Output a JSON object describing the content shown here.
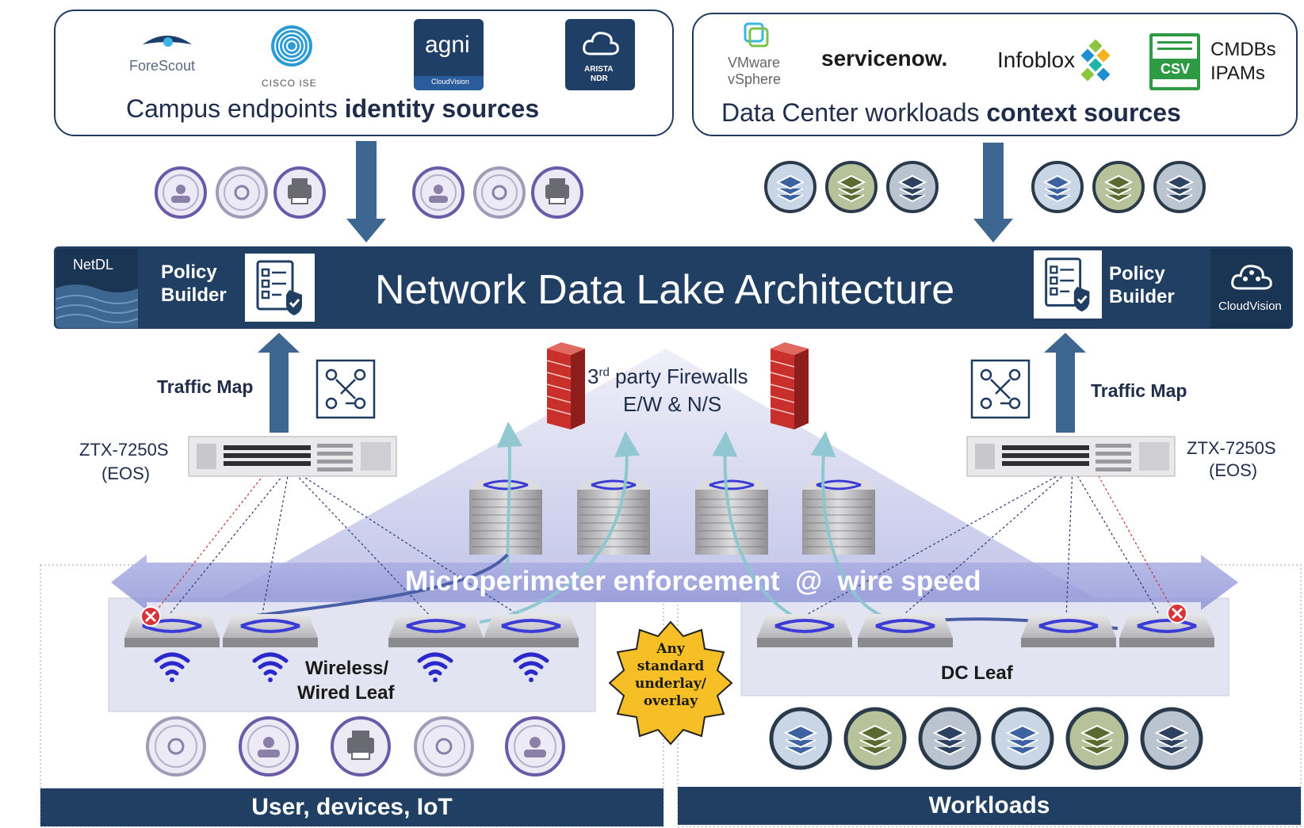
{
  "campus_box": {
    "title_plain": "Campus endpoints ",
    "title_bold": "identity sources",
    "logos": {
      "forescout": "ForeScout",
      "cisco_ise": "CISCO ISE",
      "agni": "agni",
      "agni_sub": "CloudVision",
      "arista_ndr_1": "ARISTA",
      "arista_ndr_2": "NDR"
    }
  },
  "dc_box": {
    "title_plain": "Data Center workloads ",
    "title_bold": "context sources",
    "logos": {
      "vmware_1": "VMware",
      "vmware_2": "vSphere",
      "servicenow": "servicenow.",
      "infoblox": "Infoblox",
      "csv": "CSV",
      "cmdb_1": "CMDBs",
      "cmdb_2": "IPAMs"
    }
  },
  "band": {
    "title": "Network Data Lake Architecture",
    "netdl": "NetDL",
    "policy_builder_left_1": "Policy",
    "policy_builder_left_2": "Builder",
    "policy_builder_right_1": "Policy",
    "policy_builder_right_2": "Builder",
    "cloudvision": "CloudVision"
  },
  "middle": {
    "traffic_map_left": "Traffic Map",
    "traffic_map_right": "Traffic Map",
    "ztx_left_1": "ZTX-7250S",
    "ztx_left_2": "(EOS)",
    "ztx_right_1": "ZTX-7250S",
    "ztx_right_2": "(EOS)",
    "firewalls_1a": "3",
    "firewalls_1sup": "rd",
    "firewalls_1b": " party Firewalls",
    "firewalls_2": "E/W & N/S",
    "microperimeter": "Microperimeter enforcement  @  wire speed"
  },
  "bottom": {
    "wireless_leaf_1": "Wireless/",
    "wireless_leaf_2": "Wired Leaf",
    "dc_leaf": "DC Leaf",
    "badge_1": "Any",
    "badge_2": "standard",
    "badge_3": "underlay/",
    "badge_4": "overlay",
    "users_bar": "User, devices, IoT",
    "workloads_bar": "Workloads"
  },
  "colors": {
    "navy": "#213f63",
    "arrow": "#3d6690",
    "switch_blue": "#3b3bd6",
    "wifi_blue": "#2a2acc",
    "firewall_red": "#c9302c",
    "badge_yellow": "#f6bf25",
    "teal_flow": "#8cc6cf"
  },
  "icons": [
    "people-icon",
    "iot-icon",
    "printer-icon",
    "workload-stack-icon",
    "switch-icon",
    "wifi-icon",
    "firewall-icon",
    "traffic-map-icon",
    "policy-checklist-icon",
    "cloudvision-icon"
  ]
}
